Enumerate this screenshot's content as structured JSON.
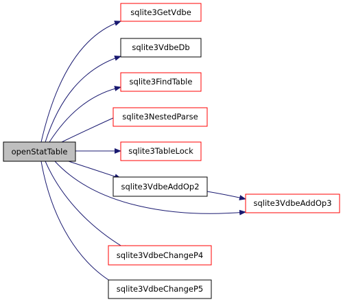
{
  "graph": {
    "root": {
      "label": "openStatTable",
      "fill": "#bfbfbf",
      "border": "#000000"
    },
    "nodes": [
      {
        "id": "n-getvdbe",
        "label": "sqlite3GetVdbe",
        "border": "#ff0000"
      },
      {
        "id": "n-vdbedb",
        "label": "sqlite3VdbeDb",
        "border": "#000000"
      },
      {
        "id": "n-findtable",
        "label": "sqlite3FindTable",
        "border": "#ff0000"
      },
      {
        "id": "n-nestedparse",
        "label": "sqlite3NestedParse",
        "border": "#ff0000"
      },
      {
        "id": "n-tablelock",
        "label": "sqlite3TableLock",
        "border": "#ff0000"
      },
      {
        "id": "n-addop2",
        "label": "sqlite3VdbeAddOp2",
        "border": "#000000"
      },
      {
        "id": "n-addop3",
        "label": "sqlite3VdbeAddOp3",
        "border": "#ff0000"
      },
      {
        "id": "n-changep4",
        "label": "sqlite3VdbeChangeP4",
        "border": "#ff0000"
      },
      {
        "id": "n-changep5",
        "label": "sqlite3VdbeChangeP5",
        "border": "#000000"
      }
    ],
    "edge_color": "#191970"
  }
}
